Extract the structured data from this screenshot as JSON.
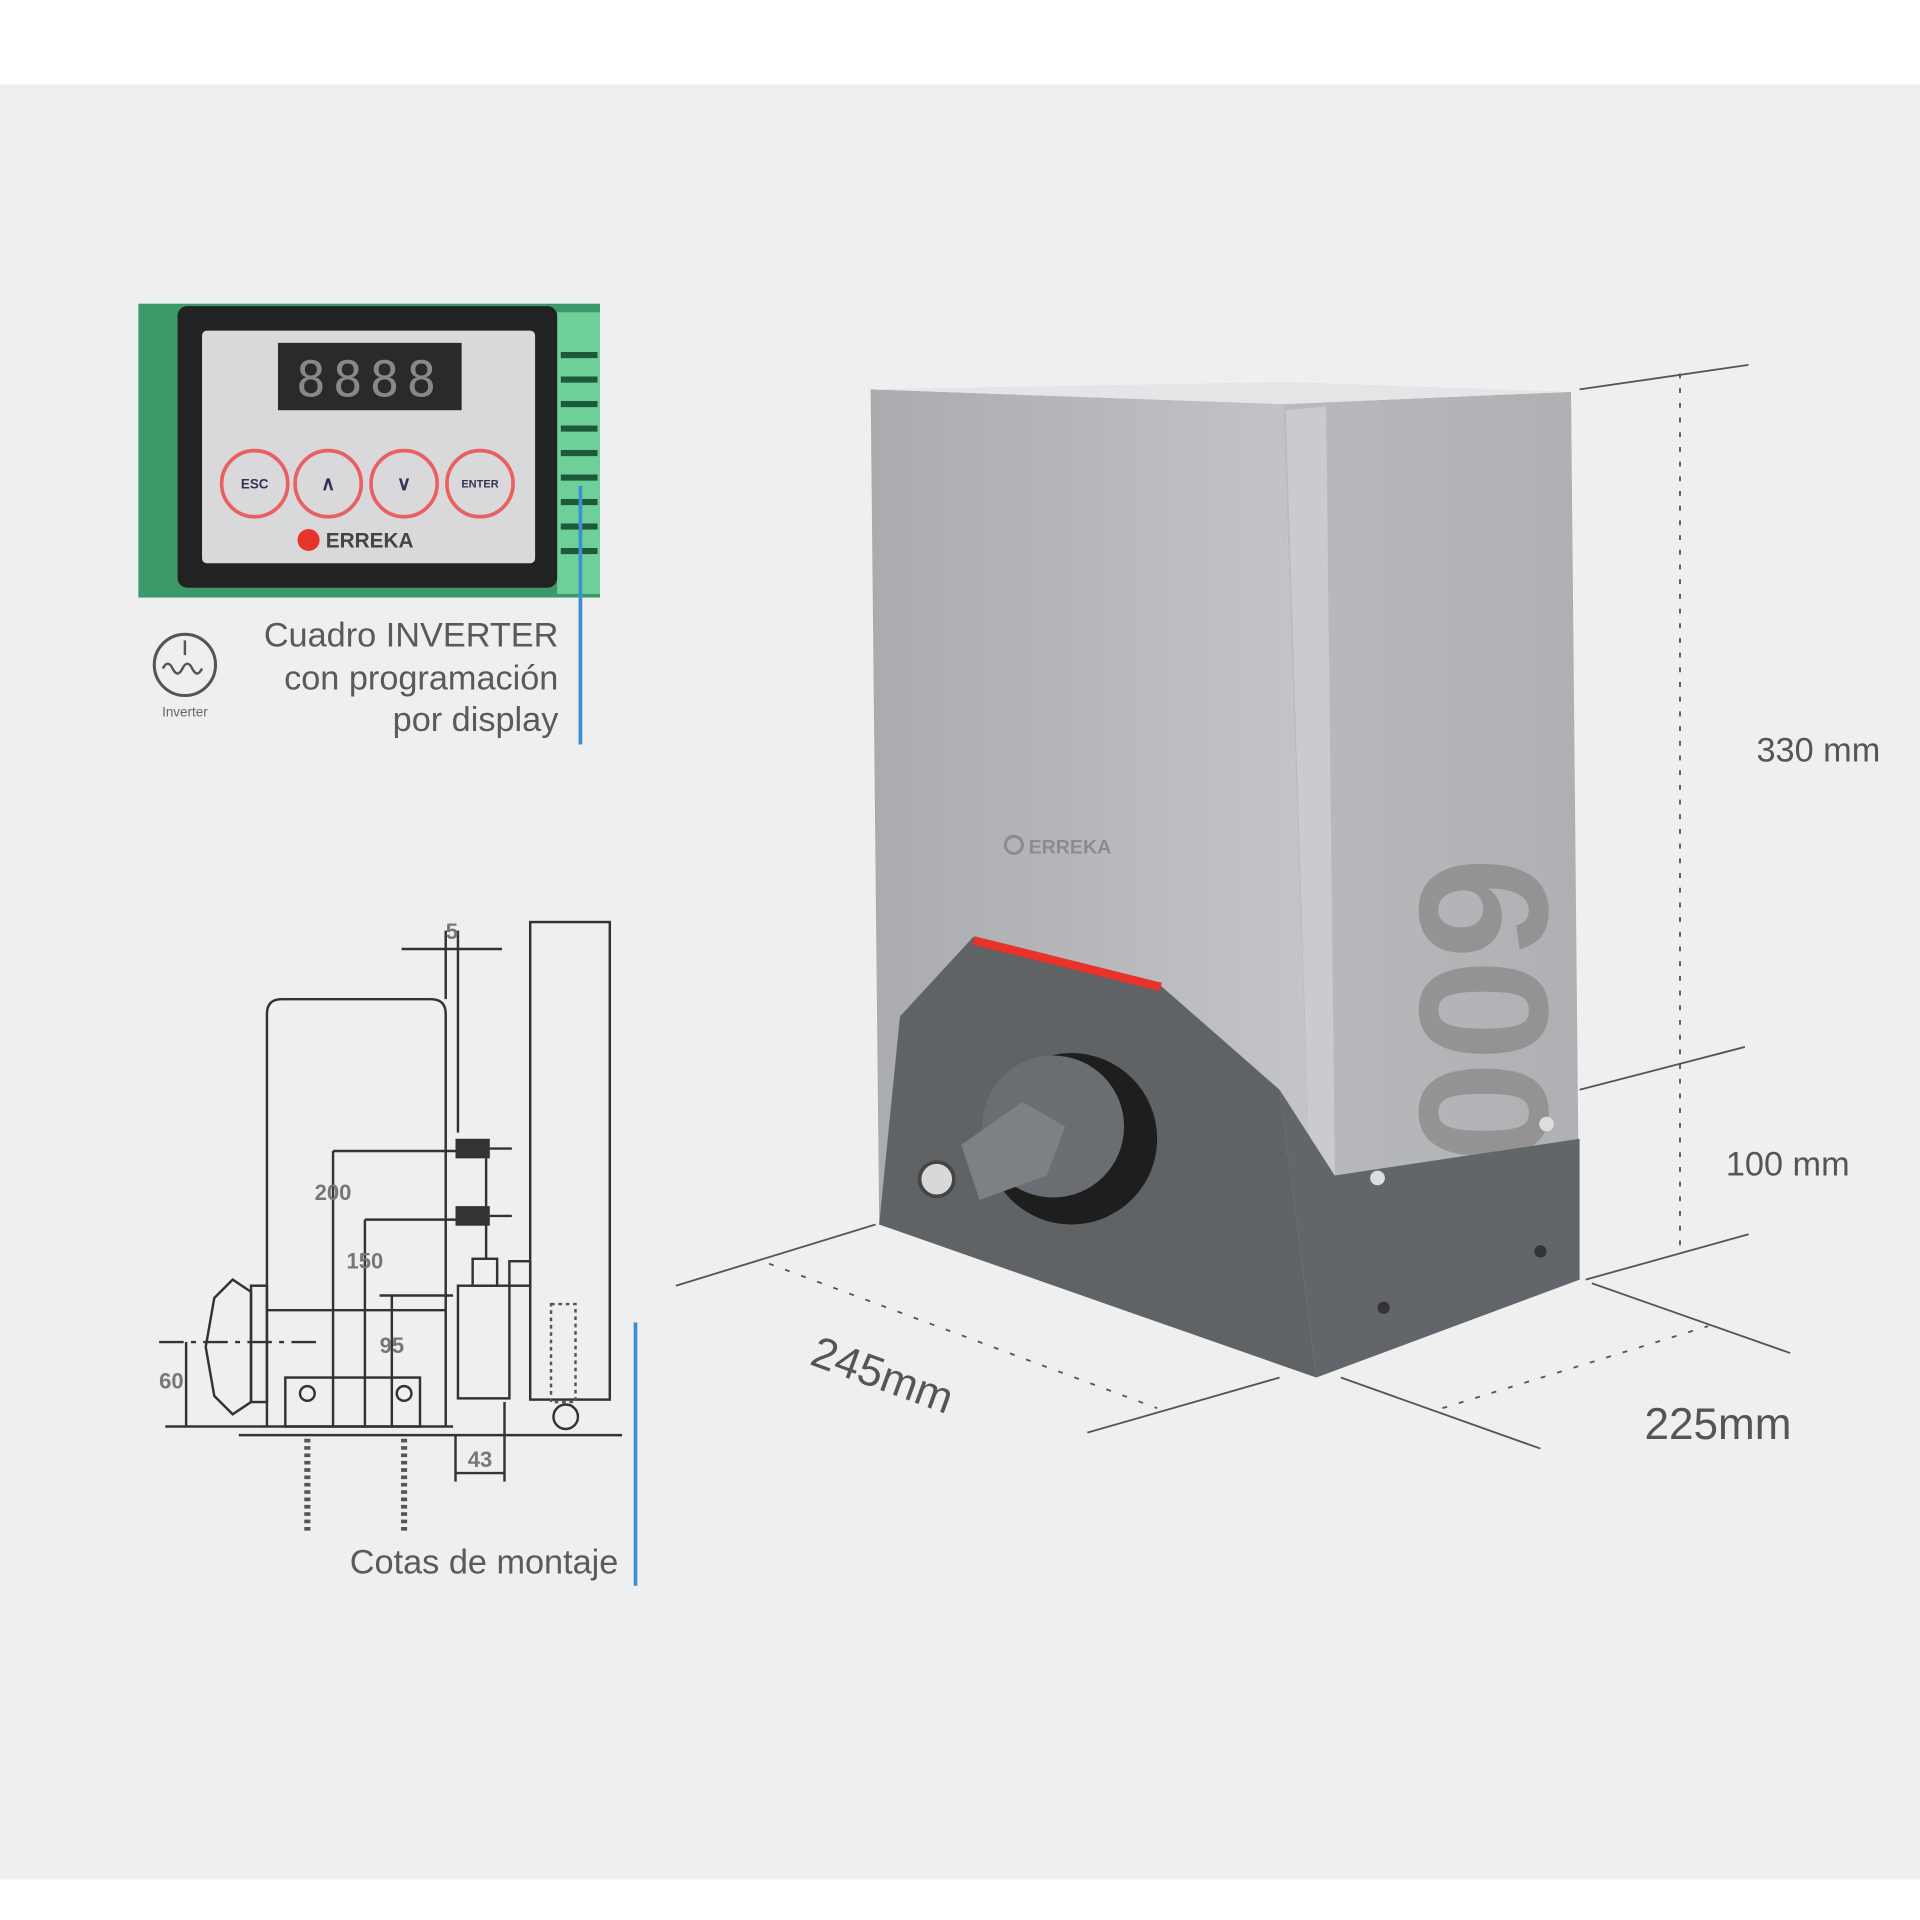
{
  "inverter_panel": {
    "display_digits": "8888",
    "buttons": [
      "ESC",
      "∧",
      "∨",
      "ENTER"
    ],
    "brand": "ERREKA",
    "icon_label": "Inverter",
    "caption_lines": [
      "Cuadro INVERTER",
      "con programación",
      "por display"
    ]
  },
  "mounting_drawing": {
    "dimensions": [
      "5",
      "200",
      "150",
      "95",
      "60",
      "43"
    ],
    "caption": "Cotas de montaje"
  },
  "motor": {
    "brand": "ERREKA",
    "model": "600",
    "dimensions": {
      "height_top": "330 mm",
      "height_base": "100 mm",
      "depth": "245mm",
      "width": "225mm"
    }
  },
  "colors": {
    "background": "#efefef",
    "accent_blue": "#3a8fd0",
    "accent_red": "#e8332b"
  }
}
